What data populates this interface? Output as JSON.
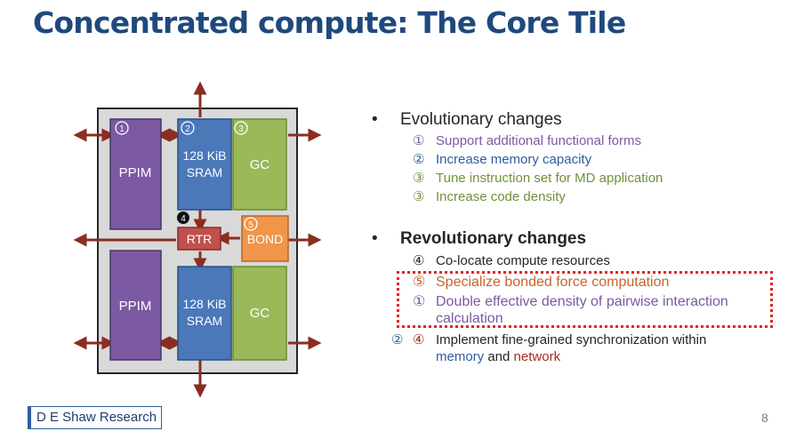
{
  "title": "Concentrated compute: The Core Tile",
  "diagram": {
    "blocks": {
      "ppim_top": "PPIM",
      "sram_top_line1": "128 KiB",
      "sram_top_line2": "SRAM",
      "gc_top": "GC",
      "rtr": "RTR",
      "bond": "BOND",
      "ppim_bottom": "PPIM",
      "sram_bottom_line1": "128 KiB",
      "sram_bottom_line2": "SRAM",
      "gc_bottom": "GC"
    },
    "badges": {
      "b1": "1",
      "b2": "2",
      "b3": "3",
      "b4": "4",
      "b5": "5"
    },
    "colors": {
      "ppim": "#7b5aa3",
      "sram": "#4a78b9",
      "gc": "#9aba59",
      "rtr": "#c0504d",
      "bond": "#f0954a",
      "arrow": "#8b2d21",
      "tile": "#d9d9d9"
    }
  },
  "evolutionary": {
    "bullet": "•",
    "heading": "Evolutionary changes",
    "items": [
      {
        "num": "①",
        "text": "Support additional functional forms"
      },
      {
        "num": "②",
        "text": "Increase memory capacity"
      },
      {
        "num": "③",
        "text": "Tune instruction set for MD application"
      },
      {
        "num": "③",
        "text": "Increase code density"
      }
    ]
  },
  "revolutionary": {
    "bullet": "•",
    "heading": "Revolutionary changes",
    "items": [
      {
        "num": "④",
        "text": "Co-locate compute resources"
      },
      {
        "num": "⑤",
        "text": "Specialize bonded force computation"
      },
      {
        "num": "①",
        "text_line1": "Double effective density of pairwise interaction",
        "text_line2": "calculation"
      },
      {
        "num_a": "②",
        "num_b": "④",
        "text_line1": "Implement fine-grained synchronization within",
        "word_memory": "memory",
        "word_and": " and ",
        "word_network": "network"
      }
    ]
  },
  "footer": {
    "logo": "D E Shaw Research",
    "page": "8"
  }
}
